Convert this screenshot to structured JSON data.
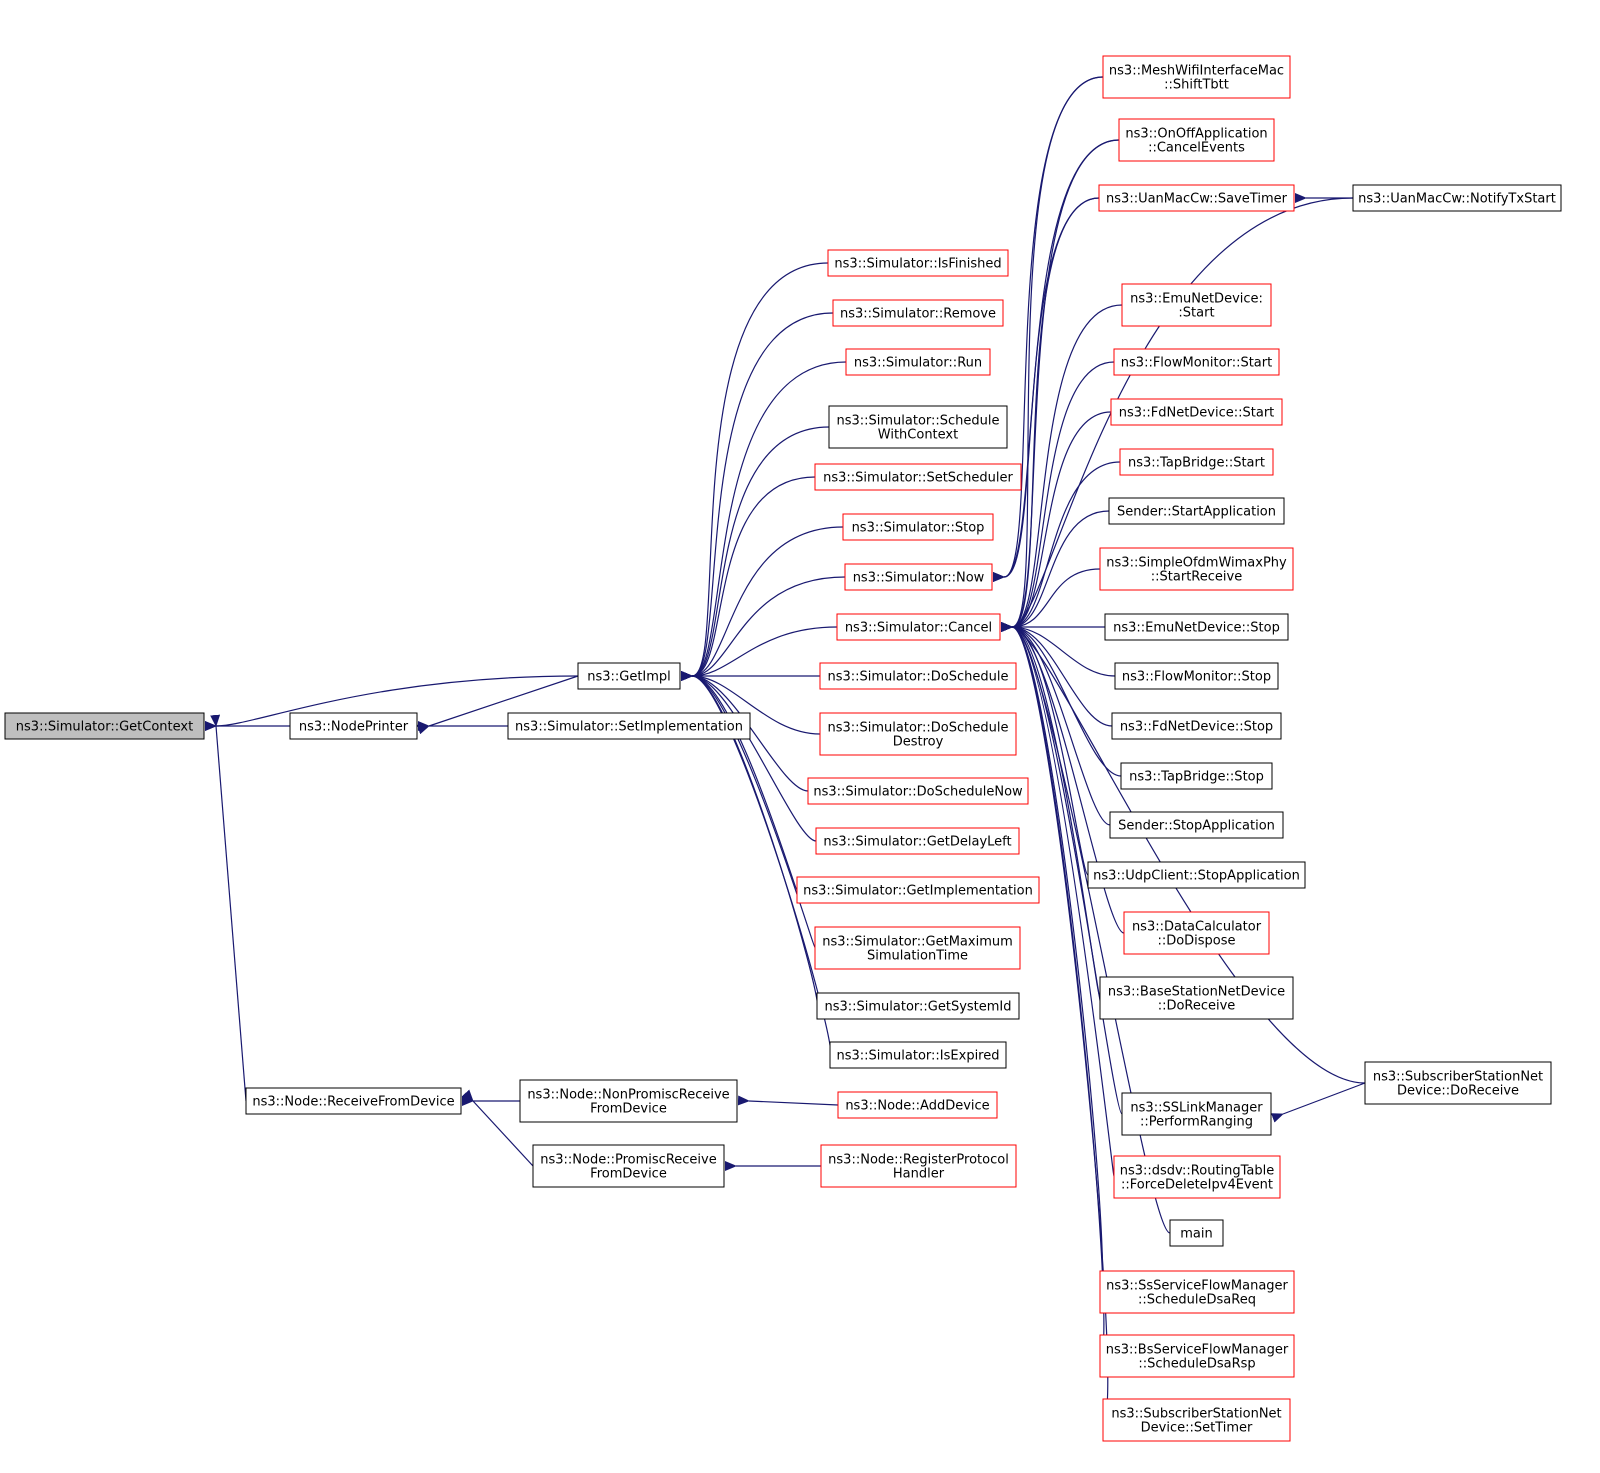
{
  "colors": {
    "edge": "#191970",
    "border_red": "#ff0000",
    "border_black": "#000000",
    "focus_fill": "#bfbfbf",
    "node_fill": "#ffffff",
    "text": "#000000"
  },
  "graph": {
    "type": "doxygen-caller-graph",
    "focus": "getcontext",
    "nodes": [
      {
        "id": "getcontext",
        "lines": [
          "ns3::Simulator::GetContext"
        ],
        "border": "gray"
      },
      {
        "id": "nodeprinter",
        "lines": [
          "ns3::NodePrinter"
        ],
        "border": "black"
      },
      {
        "id": "getimpl",
        "lines": [
          "ns3::GetImpl"
        ],
        "border": "black"
      },
      {
        "id": "setimpl",
        "lines": [
          "ns3::Simulator::SetImplementation"
        ],
        "border": "black"
      },
      {
        "id": "receivefromdevice",
        "lines": [
          "ns3::Node::ReceiveFromDevice"
        ],
        "border": "black"
      },
      {
        "id": "nonpromisc",
        "lines": [
          "ns3::Node::NonPromiscReceive",
          "FromDevice"
        ],
        "border": "black"
      },
      {
        "id": "promisc",
        "lines": [
          "ns3::Node::PromiscReceive",
          "FromDevice"
        ],
        "border": "black"
      },
      {
        "id": "adddevice",
        "lines": [
          "ns3::Node::AddDevice"
        ],
        "border": "red"
      },
      {
        "id": "registerproto",
        "lines": [
          "ns3::Node::RegisterProtocol",
          "Handler"
        ],
        "border": "red"
      },
      {
        "id": "isfinished",
        "lines": [
          "ns3::Simulator::IsFinished"
        ],
        "border": "red"
      },
      {
        "id": "remove",
        "lines": [
          "ns3::Simulator::Remove"
        ],
        "border": "red"
      },
      {
        "id": "run",
        "lines": [
          "ns3::Simulator::Run"
        ],
        "border": "red"
      },
      {
        "id": "schedwithctx",
        "lines": [
          "ns3::Simulator::Schedule",
          "WithContext"
        ],
        "border": "black"
      },
      {
        "id": "setscheduler",
        "lines": [
          "ns3::Simulator::SetScheduler"
        ],
        "border": "red"
      },
      {
        "id": "stop",
        "lines": [
          "ns3::Simulator::Stop"
        ],
        "border": "red"
      },
      {
        "id": "now",
        "lines": [
          "ns3::Simulator::Now"
        ],
        "border": "red"
      },
      {
        "id": "cancel",
        "lines": [
          "ns3::Simulator::Cancel"
        ],
        "border": "red"
      },
      {
        "id": "doschedule",
        "lines": [
          "ns3::Simulator::DoSchedule"
        ],
        "border": "red"
      },
      {
        "id": "doscheddestroy",
        "lines": [
          "ns3::Simulator::DoSchedule",
          "Destroy"
        ],
        "border": "red"
      },
      {
        "id": "doschednow",
        "lines": [
          "ns3::Simulator::DoScheduleNow"
        ],
        "border": "red"
      },
      {
        "id": "getdelayleft",
        "lines": [
          "ns3::Simulator::GetDelayLeft"
        ],
        "border": "red"
      },
      {
        "id": "getimplementation",
        "lines": [
          "ns3::Simulator::GetImplementation"
        ],
        "border": "red"
      },
      {
        "id": "getmaxsimtime",
        "lines": [
          "ns3::Simulator::GetMaximum",
          "SimulationTime"
        ],
        "border": "red"
      },
      {
        "id": "getsystemid",
        "lines": [
          "ns3::Simulator::GetSystemId"
        ],
        "border": "black"
      },
      {
        "id": "isexpired",
        "lines": [
          "ns3::Simulator::IsExpired"
        ],
        "border": "black"
      },
      {
        "id": "meshshift",
        "lines": [
          "ns3::MeshWifiInterfaceMac",
          "::ShiftTbtt"
        ],
        "border": "red"
      },
      {
        "id": "onoffcancel",
        "lines": [
          "ns3::OnOffApplication",
          "::CancelEvents"
        ],
        "border": "red"
      },
      {
        "id": "uansavetimer",
        "lines": [
          "ns3::UanMacCw::SaveTimer"
        ],
        "border": "red"
      },
      {
        "id": "uannotify",
        "lines": [
          "ns3::UanMacCw::NotifyTxStart"
        ],
        "border": "black"
      },
      {
        "id": "emustart",
        "lines": [
          "ns3::EmuNetDevice:",
          ":Start"
        ],
        "border": "red"
      },
      {
        "id": "flowstart",
        "lines": [
          "ns3::FlowMonitor::Start"
        ],
        "border": "red"
      },
      {
        "id": "fdstart",
        "lines": [
          "ns3::FdNetDevice::Start"
        ],
        "border": "red"
      },
      {
        "id": "tapstart",
        "lines": [
          "ns3::TapBridge::Start"
        ],
        "border": "red"
      },
      {
        "id": "senderstart",
        "lines": [
          "Sender::StartApplication"
        ],
        "border": "black"
      },
      {
        "id": "ofdmstart",
        "lines": [
          "ns3::SimpleOfdmWimaxPhy",
          "::StartReceive"
        ],
        "border": "red"
      },
      {
        "id": "emustop",
        "lines": [
          "ns3::EmuNetDevice::Stop"
        ],
        "border": "black"
      },
      {
        "id": "flowstop",
        "lines": [
          "ns3::FlowMonitor::Stop"
        ],
        "border": "black"
      },
      {
        "id": "fdstop",
        "lines": [
          "ns3::FdNetDevice::Stop"
        ],
        "border": "black"
      },
      {
        "id": "tapstop",
        "lines": [
          "ns3::TapBridge::Stop"
        ],
        "border": "black"
      },
      {
        "id": "senderstop",
        "lines": [
          "Sender::StopApplication"
        ],
        "border": "black"
      },
      {
        "id": "udpstop",
        "lines": [
          "ns3::UdpClient::StopApplication"
        ],
        "border": "black"
      },
      {
        "id": "datadispose",
        "lines": [
          "ns3::DataCalculator",
          "::DoDispose"
        ],
        "border": "red"
      },
      {
        "id": "bsreceive",
        "lines": [
          "ns3::BaseStationNetDevice",
          "::DoReceive"
        ],
        "border": "black"
      },
      {
        "id": "ssreceive",
        "lines": [
          "ns3::SubscriberStationNet",
          "Device::DoReceive"
        ],
        "border": "black"
      },
      {
        "id": "sslink",
        "lines": [
          "ns3::SSLinkManager",
          "::PerformRanging"
        ],
        "border": "black"
      },
      {
        "id": "dsdv",
        "lines": [
          "ns3::dsdv::RoutingTable",
          "::ForceDeleteIpv4Event"
        ],
        "border": "red"
      },
      {
        "id": "main",
        "lines": [
          "main"
        ],
        "border": "black"
      },
      {
        "id": "ssdsareq",
        "lines": [
          "ns3::SsServiceFlowManager",
          "::ScheduleDsaReq"
        ],
        "border": "red"
      },
      {
        "id": "bsdsarsp",
        "lines": [
          "ns3::BsServiceFlowManager",
          "::ScheduleDsaRsp"
        ],
        "border": "red"
      },
      {
        "id": "sssettimer",
        "lines": [
          "ns3::SubscriberStationNet",
          "Device::SetTimer"
        ],
        "border": "red"
      }
    ]
  }
}
